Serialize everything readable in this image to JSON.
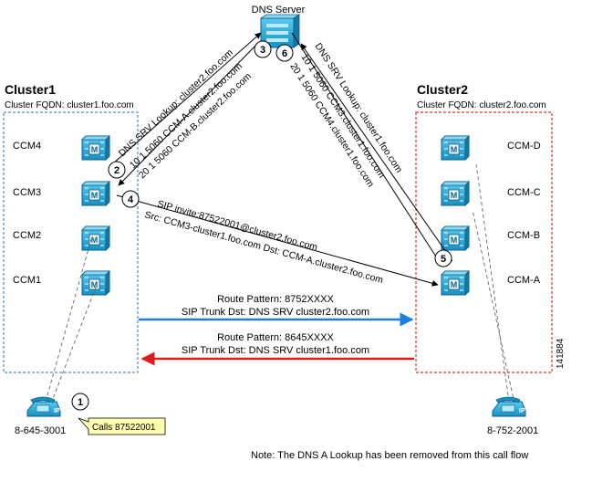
{
  "dns_server": {
    "label": "DNS Server"
  },
  "cluster1": {
    "title": "Cluster1",
    "fqdn": "Cluster FQDN: cluster1.foo.com",
    "nodes": [
      "CCM4",
      "CCM3",
      "CCM2",
      "CCM1"
    ],
    "phone_number": "8-645-3001",
    "callout": "Calls 87522001"
  },
  "cluster2": {
    "title": "Cluster2",
    "fqdn": "Cluster FQDN: cluster2.foo.com",
    "nodes": [
      "CCM-D",
      "CCM-C",
      "CCM-B",
      "CCM-A"
    ],
    "phone_number": "8-752-2001"
  },
  "steps": [
    "1",
    "2",
    "3",
    "4",
    "5",
    "6"
  ],
  "messages": {
    "dns_query_1": "DNS SRV Lookup: cluster2.foo.com",
    "dns_reply_1a": "10 1 5060 CCM-A.cluster2.foo.com",
    "dns_reply_1b": "20 1 5060 CCM-B.cluster2.foo.com",
    "dns_query_2": "DNS SRV Lookup: cluster1.foo.com",
    "dns_reply_2a": "10 1 5060 CCM3.cluster1.foo.com",
    "dns_reply_2b": "20 1 5060 CCM4.cluster1.foo.com",
    "sip_invite": "SIP invite:87522001@cluster2.foo.com",
    "sip_src_dst": "Src: CCM3-cluster1.foo.com Dst: CCM-A.cluster2.foo.com"
  },
  "trunks": {
    "to_cluster2": {
      "pattern": "Route Pattern: 8752XXXX",
      "dest": "SIP Trunk Dst: DNS SRV cluster2.foo.com",
      "color": "#1a7fe0"
    },
    "to_cluster1": {
      "pattern": "Route Pattern: 8645XXXX",
      "dest": "SIP Trunk Dst: DNS SRV cluster1.foo.com",
      "color": "#e01a1a"
    }
  },
  "figure_id": "141884",
  "note": "Note: The DNS A Lookup has been removed from this call flow",
  "colors": {
    "cluster1_border": "#4a90c8",
    "cluster2_border": "#e03030",
    "device_fill": "#1fa6d8",
    "callout_fill": "#ffffb0"
  },
  "icons": [
    "callmanager-server-icon",
    "dns-server-icon",
    "ip-phone-icon"
  ]
}
